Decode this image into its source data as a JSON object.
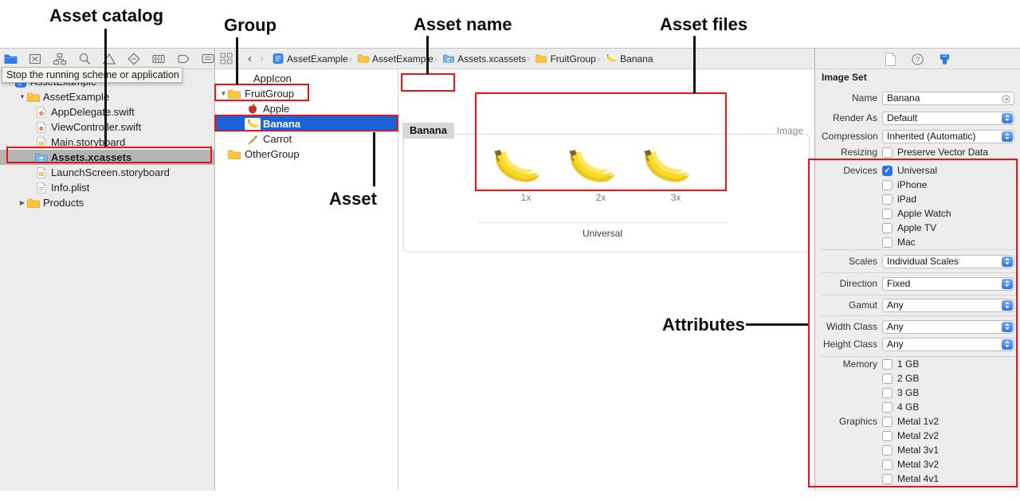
{
  "annotations": {
    "asset_catalog": "Asset catalog",
    "group": "Group",
    "asset_name": "Asset name",
    "asset_files": "Asset files",
    "asset": "Asset",
    "attributes": "Attributes"
  },
  "tooltip": "Stop the running scheme or application",
  "icons": {
    "breadcrumb_separator": "›",
    "back_chevron": "‹",
    "forward_chevron": "›",
    "help": "?",
    "checkmark": "✓",
    "disclosure_open": "▼",
    "disclosure_closed": "▶"
  },
  "colors": {
    "selection_blue": "#1b63d8",
    "selection_gray": "#b4b4b4",
    "annotation_red": "#f01212",
    "stepper_blue": "#3072ea",
    "folder_yellow": "#fdc53d"
  },
  "navigator": {
    "items": [
      {
        "label": "AssetExample"
      },
      {
        "label": "AssetExample"
      },
      {
        "label": "AppDelegate.swift"
      },
      {
        "label": "ViewController.swift"
      },
      {
        "label": "Main.storyboard"
      },
      {
        "label": "Assets.xcassets",
        "selected": true
      },
      {
        "label": "LaunchScreen.storyboard"
      },
      {
        "label": "Info.plist"
      },
      {
        "label": "Products"
      }
    ]
  },
  "jumpbar": {
    "path": [
      "AssetExample",
      "AssetExample",
      "Assets.xcassets",
      "FruitGroup",
      "Banana"
    ]
  },
  "asset_list": {
    "items": [
      {
        "label": "AppIcon"
      },
      {
        "label": "FruitGroup"
      },
      {
        "label": "Apple"
      },
      {
        "label": "Banana",
        "selected": true
      },
      {
        "label": "Carrot"
      },
      {
        "label": "OtherGroup"
      }
    ]
  },
  "editor": {
    "title": "Banana",
    "type_label": "Image",
    "scale_labels": [
      "1x",
      "2x",
      "3x"
    ],
    "idiom_label": "Universal"
  },
  "inspector": {
    "header": "Image Set",
    "name_label": "Name",
    "name_value": "Banana",
    "render_as_label": "Render As",
    "render_as_value": "Default",
    "compression_label": "Compression",
    "compression_value": "Inherited (Automatic)",
    "resizing_label": "Resizing",
    "resizing_option": "Preserve Vector Data",
    "devices_label": "Devices",
    "devices": [
      {
        "label": "Universal",
        "checked": true
      },
      {
        "label": "iPhone",
        "checked": false
      },
      {
        "label": "iPad",
        "checked": false
      },
      {
        "label": "Apple Watch",
        "checked": false
      },
      {
        "label": "Apple TV",
        "checked": false
      },
      {
        "label": "Mac",
        "checked": false
      }
    ],
    "scales_label": "Scales",
    "scales_value": "Individual Scales",
    "direction_label": "Direction",
    "direction_value": "Fixed",
    "gamut_label": "Gamut",
    "gamut_value": "Any",
    "width_class_label": "Width Class",
    "width_class_value": "Any",
    "height_class_label": "Height Class",
    "height_class_value": "Any",
    "memory_label": "Memory",
    "memory": [
      "1 GB",
      "2 GB",
      "3 GB",
      "4 GB"
    ],
    "graphics_label": "Graphics",
    "graphics": [
      "Metal 1v2",
      "Metal 2v2",
      "Metal 3v1",
      "Metal 3v2",
      "Metal 4v1"
    ]
  }
}
